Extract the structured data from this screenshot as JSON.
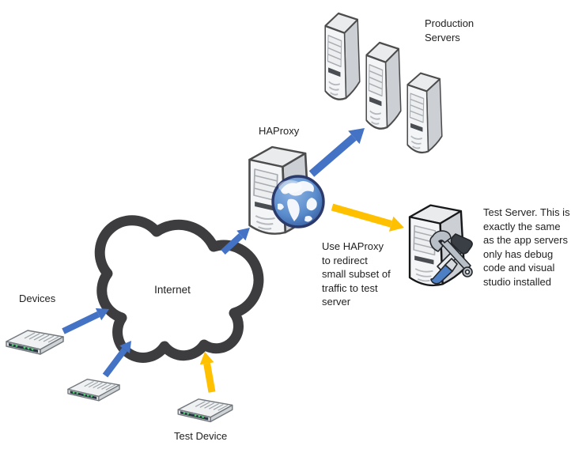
{
  "diagram": {
    "type": "network-architecture",
    "labels": {
      "devices": "Devices",
      "internet": "Internet",
      "haproxy": "HAProxy",
      "production_servers": "Production Servers",
      "test_device": "Test Device"
    },
    "notes": {
      "redirect": "Use HAProxy to redirect small subset of traffic to test server",
      "test_server": "Test Server. This is exactly the same as the app servers only has debug code and visual studio installed"
    },
    "colors": {
      "arrow_blue": "#4472C4",
      "arrow_yellow": "#FFC000",
      "cloud_outline": "#3D3D3F",
      "text": "#1F1F1F"
    },
    "nodes": [
      {
        "id": "devices",
        "icon": "modem-icon",
        "count": 2
      },
      {
        "id": "test-device",
        "icon": "modem-icon",
        "count": 1
      },
      {
        "id": "internet",
        "icon": "cloud-icon",
        "count": 1
      },
      {
        "id": "haproxy",
        "icon": "server-globe-icon",
        "count": 1
      },
      {
        "id": "production-servers",
        "icon": "server-tower-icon",
        "count": 3
      },
      {
        "id": "test-server",
        "icon": "server-tools-icon",
        "count": 1
      }
    ],
    "arrows": [
      {
        "from": "device-1",
        "to": "internet",
        "color": "blue"
      },
      {
        "from": "device-2",
        "to": "internet",
        "color": "blue"
      },
      {
        "from": "test-device",
        "to": "internet",
        "color": "yellow"
      },
      {
        "from": "internet",
        "to": "haproxy",
        "color": "blue"
      },
      {
        "from": "haproxy",
        "to": "production-servers",
        "color": "blue"
      },
      {
        "from": "haproxy",
        "to": "test-server",
        "color": "yellow"
      }
    ]
  }
}
